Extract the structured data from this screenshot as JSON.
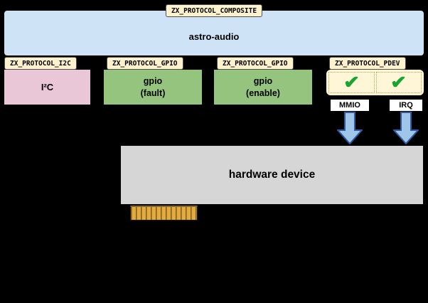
{
  "driver": {
    "badge": "ZX_PROTOCOL_COMPOSITE",
    "name": "astro-audio"
  },
  "fragments": {
    "i2c": {
      "badge": "ZX_PROTOCOL_I2C",
      "label": "I²C"
    },
    "gpio_fault": {
      "badge": "ZX_PROTOCOL_GPIO",
      "line1": "gpio",
      "line2": "(fault)"
    },
    "gpio_enable": {
      "badge": "ZX_PROTOCOL_GPIO",
      "line1": "gpio",
      "line2": "(enable)"
    },
    "pdev": {
      "badge": "ZX_PROTOCOL_PDEV",
      "check_glyph": "✔",
      "ports": {
        "mmio": "MMIO",
        "irq": "IRQ"
      }
    }
  },
  "hardware": {
    "label": "hardware device"
  },
  "colors": {
    "canvas_bg": "#000000",
    "driver_bg": "#cfe3f6",
    "badge_bg": "#fff2cc",
    "i2c_bg": "#e9c7d6",
    "gpio_bg": "#94c47e",
    "pdev_bg": "#fff6d8",
    "hardware_bg": "#d6d6d6",
    "arrow_fill": "#9fc5e8",
    "arrow_stroke": "#2d5b9e",
    "check_green": "#17a531",
    "connector_gold": "#e3aa3f"
  }
}
